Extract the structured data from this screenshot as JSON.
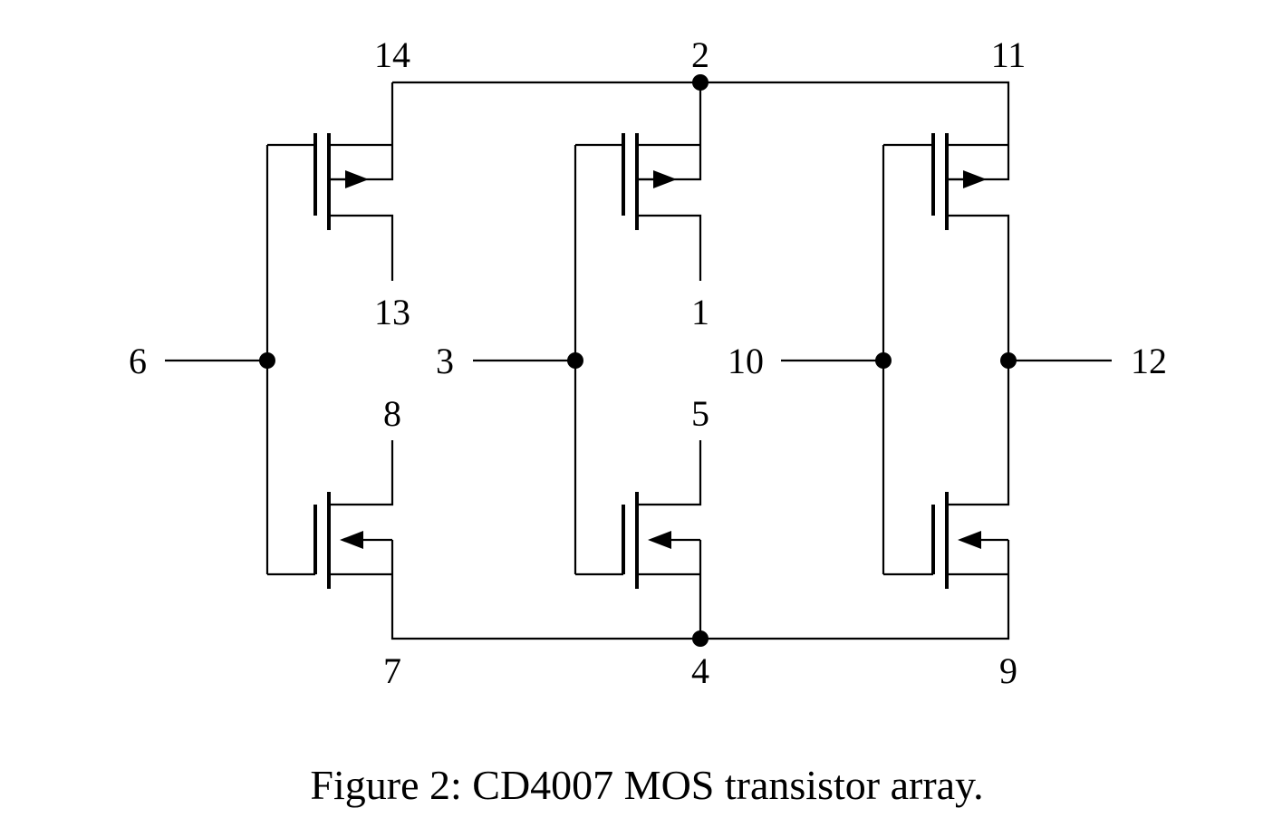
{
  "diagram": {
    "pins": {
      "p14": "14",
      "p2": "2",
      "p11": "11",
      "p13": "13",
      "p1": "1",
      "p6": "6",
      "p3": "3",
      "p10": "10",
      "p12": "12",
      "p8": "8",
      "p5": "5",
      "p7": "7",
      "p4": "4",
      "p9": "9"
    },
    "caption": "Figure 2: CD4007 MOS transistor array."
  }
}
